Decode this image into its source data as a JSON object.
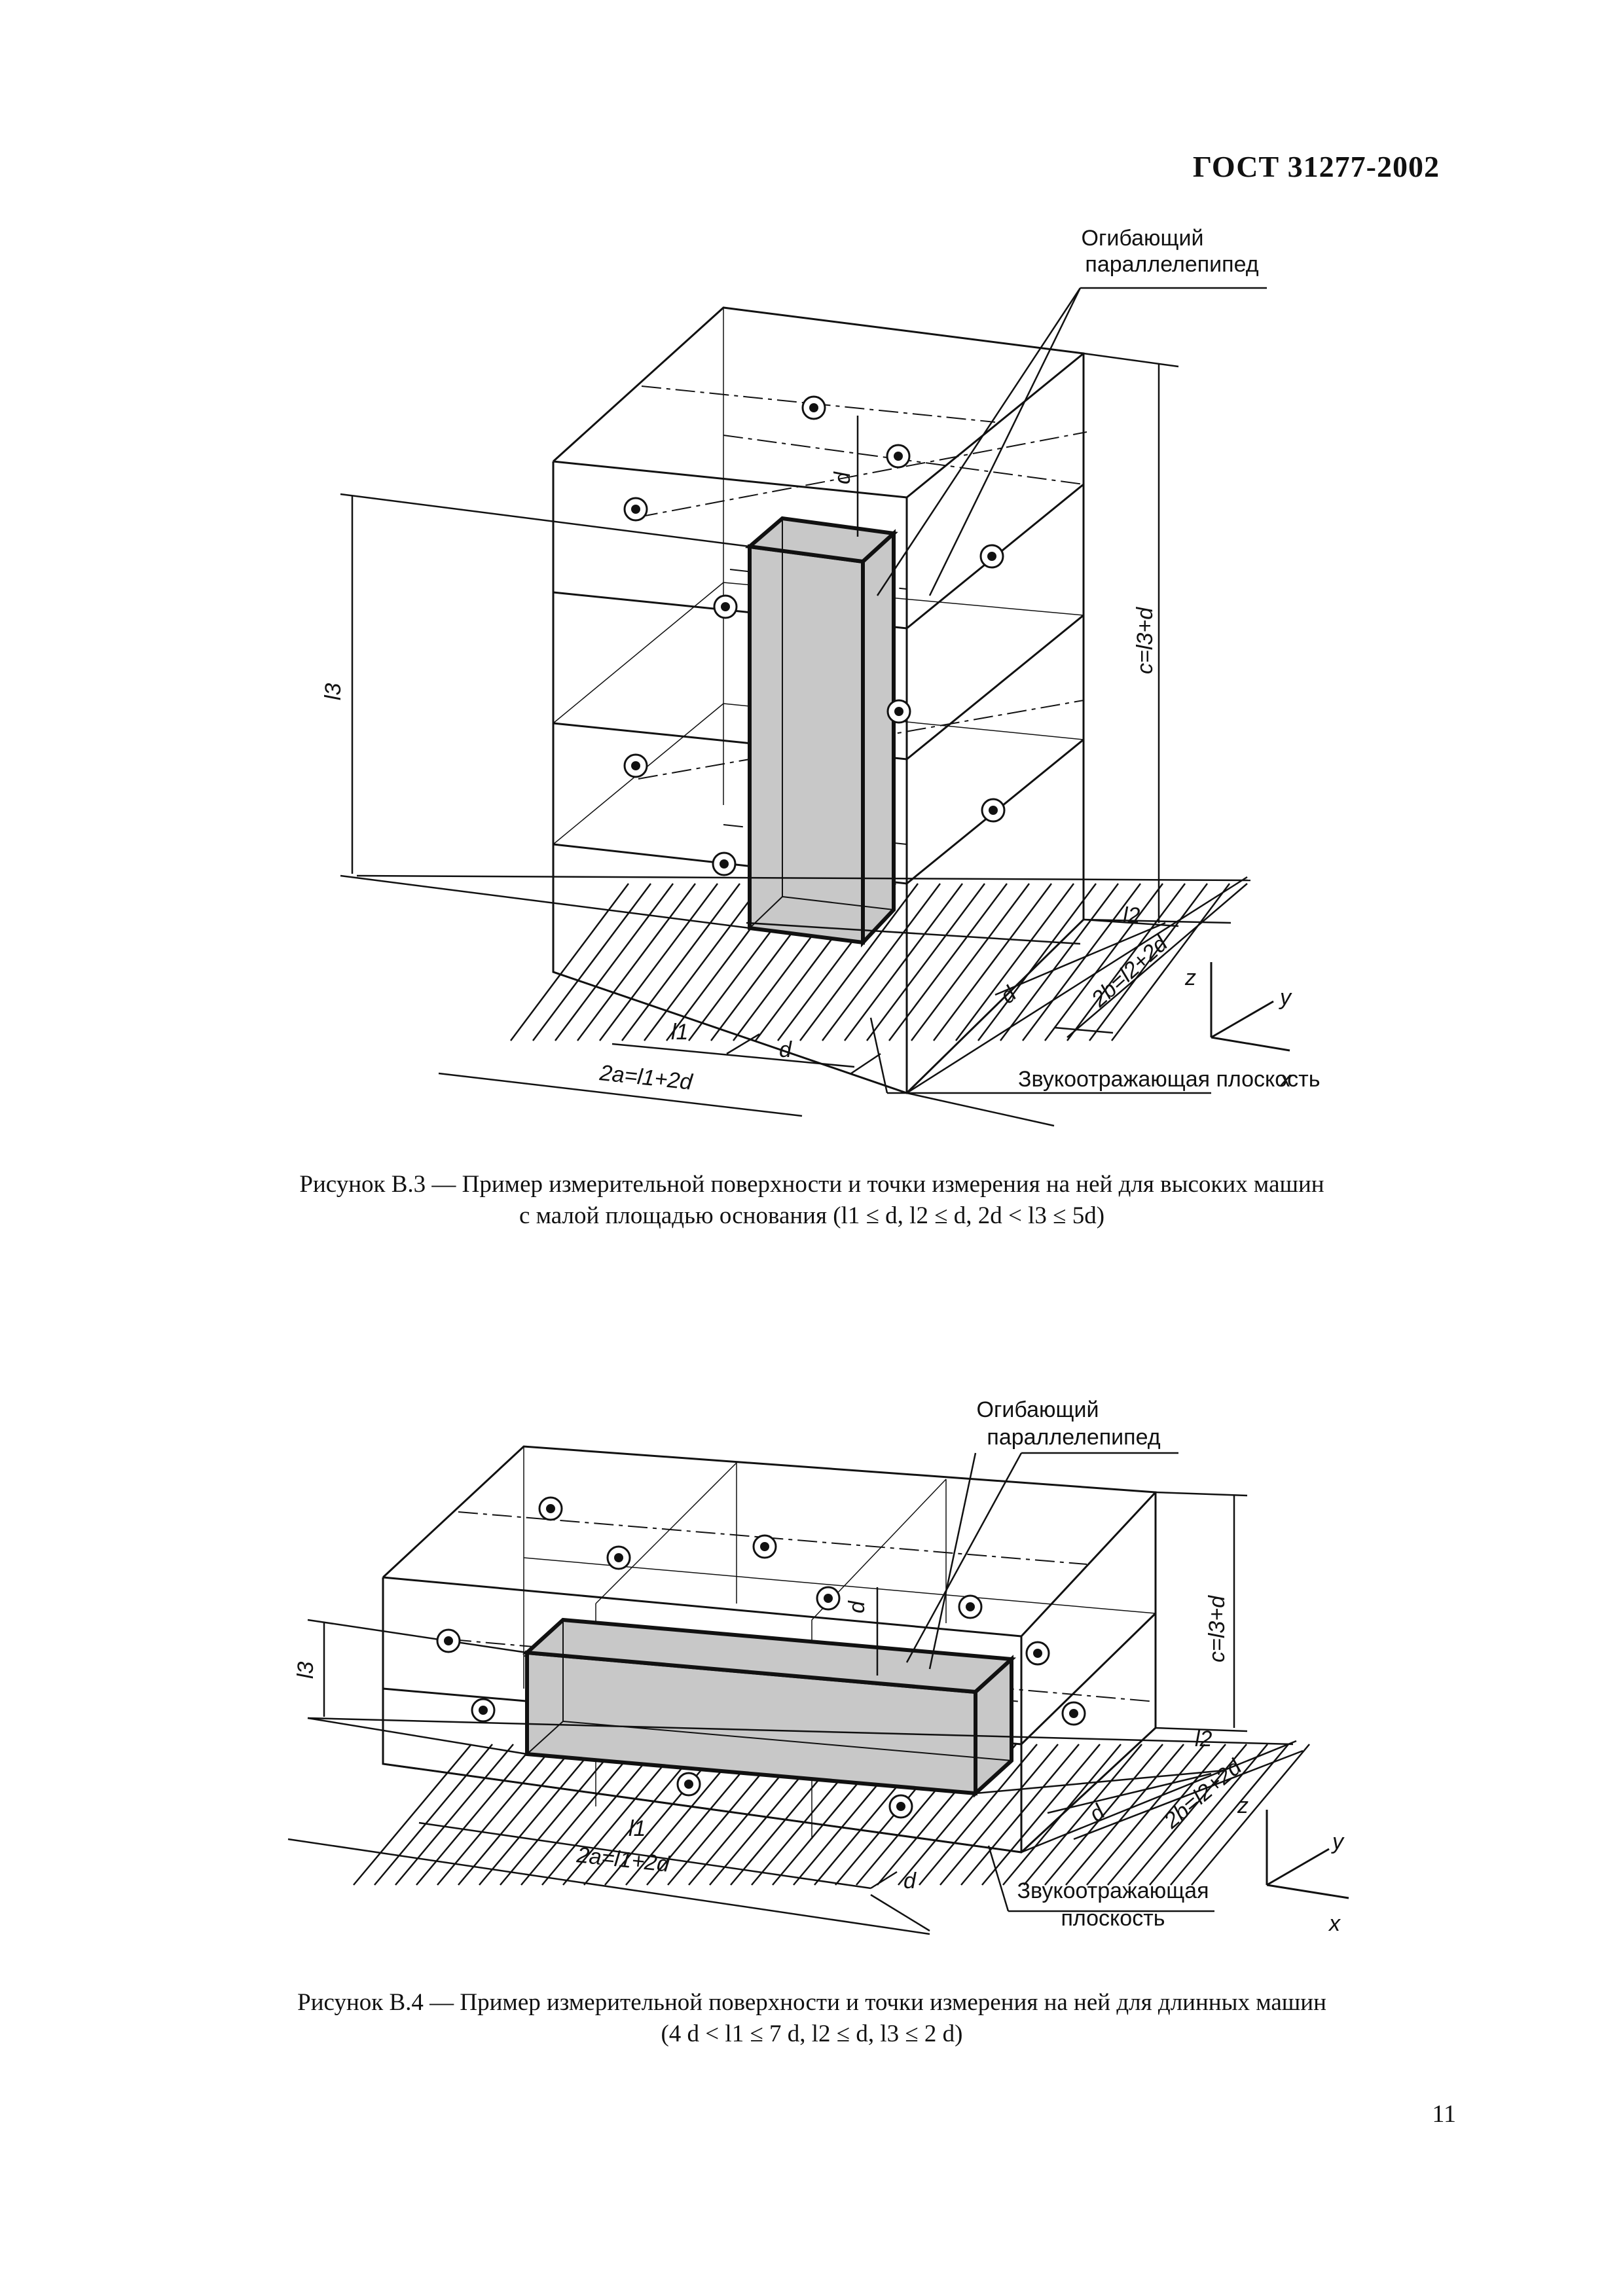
{
  "header": {
    "doc_code": "ГОСТ 31277-2002"
  },
  "figure1": {
    "callout_envelope_line1": "Огибающий",
    "callout_envelope_line2": "параллелепипед",
    "callout_reflect": "Звукоотражающая плоскость",
    "dim_d": "d",
    "dim_l3": "l3",
    "dim_c": "c=l3+d",
    "dim_l2": "l2",
    "dim_2b": "2b=l2+2d",
    "dim_l1": "l1",
    "dim_2a": "2a=l1+2d",
    "axis_x": "x",
    "axis_y": "y",
    "axis_z": "z",
    "caption_line1": "Рисунок В.3 — Пример измерительной поверхности и точки измерения на ней для высоких машин",
    "caption_line2": "с малой площадью основания (l1 ≤ d, l2 ≤ d, 2d < l3 ≤ 5d)"
  },
  "figure2": {
    "callout_envelope_line1": "Огибающий",
    "callout_envelope_line2": "параллелепипед",
    "callout_reflect_line1": "Звукоотражающая",
    "callout_reflect_line2": "плоскость",
    "dim_d": "d",
    "dim_l3": "l3",
    "dim_c": "c=l3+d",
    "dim_l2": "l2",
    "dim_2b": "2b=l2+2d",
    "dim_l1": "l1",
    "dim_2a": "2a=l1+2d",
    "axis_x": "x",
    "axis_y": "y",
    "axis_z": "z",
    "caption_line1": "Рисунок В.4 — Пример измерительной поверхности и точки измерения на ней для длинных машин",
    "caption_line2": "(4 d < l1 ≤ 7 d, l2 ≤ d, l3 ≤ 2 d)"
  },
  "footer": {
    "page_number": "11"
  },
  "colors": {
    "machine_fill": "#c8c8c8",
    "line": "#111111"
  }
}
